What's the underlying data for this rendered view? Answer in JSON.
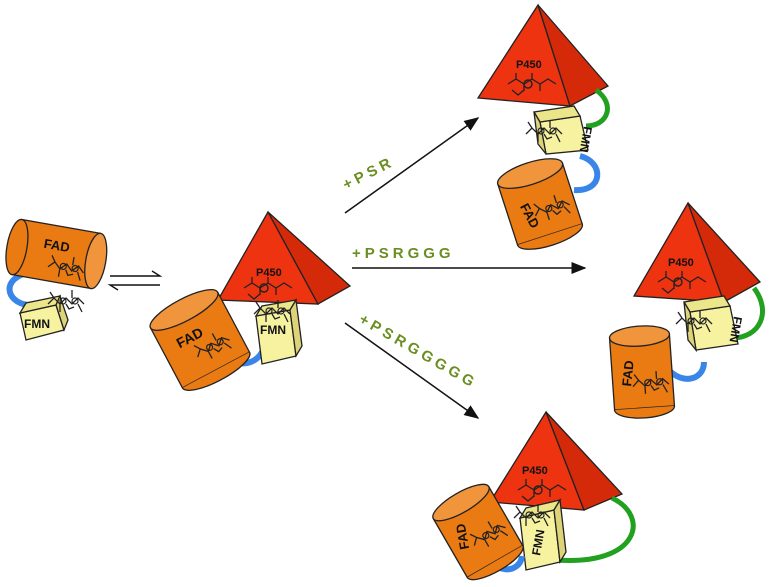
{
  "labels": {
    "fad": "FAD",
    "fmn": "FMN",
    "p450": "P450"
  },
  "arrows": {
    "upper": "+PSR",
    "middle": "+PSRGGG",
    "lower": "+PSRGGGGG"
  },
  "colors": {
    "pyramid_front": "#ee3311",
    "pyramid_side": "#d42a0a",
    "cylinder": "#ea7a12",
    "cylinder_top": "#f0953c",
    "cube_front": "#f6f2a0",
    "cube_side": "#ece68a",
    "blue_linker": "#3a86e8",
    "green_linker": "#22a020",
    "arrow_text": "#6b8e23",
    "line": "#111111"
  }
}
